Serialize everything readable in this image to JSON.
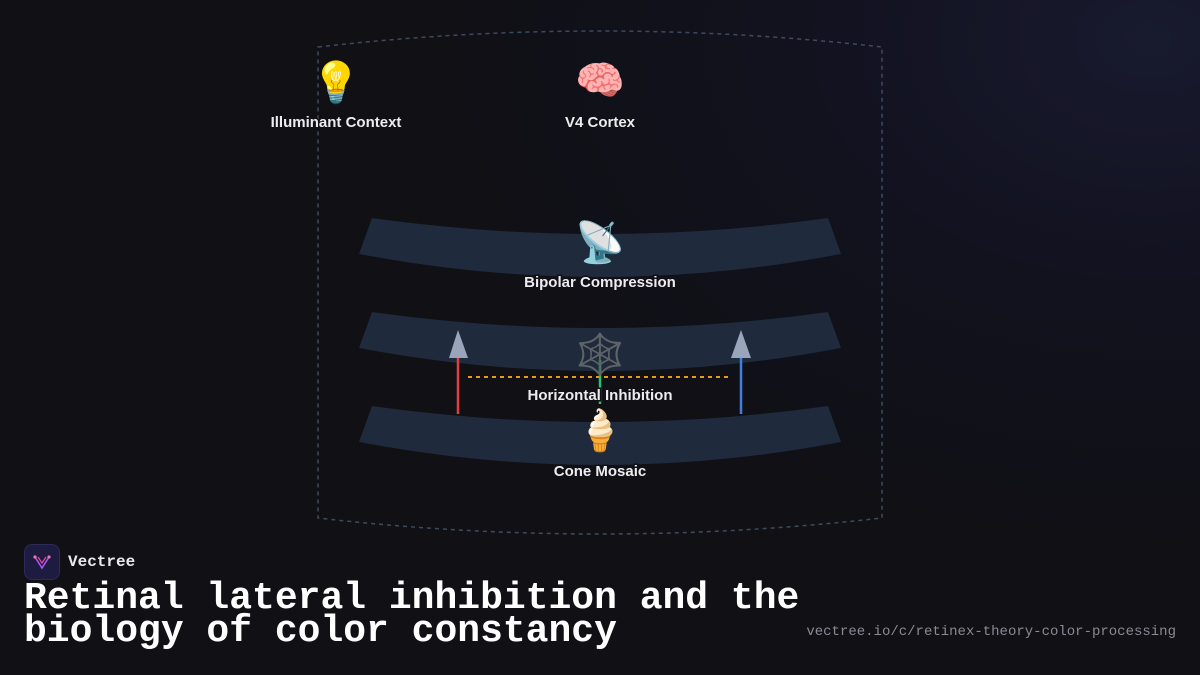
{
  "nodes": {
    "illuminant": {
      "label": "Illuminant Context",
      "icon": "💡",
      "icon_name": "lightbulb-icon"
    },
    "v4": {
      "label": "V4 Cortex",
      "icon": "🧠",
      "icon_name": "brain-icon"
    },
    "bipolar": {
      "label": "Bipolar Compression",
      "icon": "📡",
      "icon_name": "satellite-dish-icon"
    },
    "horizontal": {
      "label": "Horizontal Inhibition",
      "icon": "🕸️",
      "icon_name": "spider-web-icon"
    },
    "cone": {
      "label": "Cone Mosaic",
      "icon": "🍦",
      "icon_name": "ice-cream-cone-icon"
    }
  },
  "colors": {
    "layer_band": "#1f2a3c",
    "frame": "#3e4a60",
    "arrow_red": "#e0413f",
    "arrow_green": "#27c26a",
    "arrow_blue": "#3f7fe0",
    "arrowhead": "#9aa5bb",
    "inhibition_line": "#e89a1c"
  },
  "brand": {
    "name": "Vectree"
  },
  "title": "Retinal lateral inhibition and the biology of color constancy",
  "url": "vectree.io/c/retinex-theory-color-processing"
}
